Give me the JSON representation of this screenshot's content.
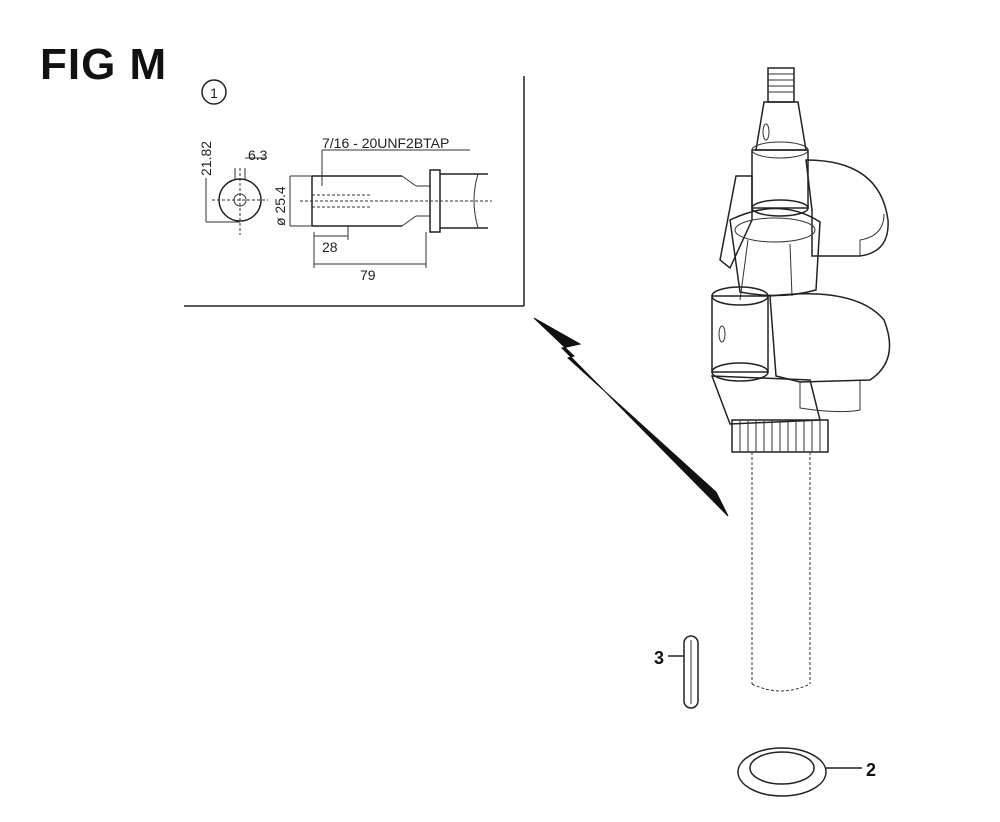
{
  "figure": {
    "title": "FIG M"
  },
  "detail": {
    "callout_number": "1",
    "dim_keyway": "6.3",
    "dim_height": "21.82",
    "dim_diameter": "ø 25.4",
    "dim_tap": "7/16 - 20UNF2BTAP",
    "dim_depth_1": "28",
    "dim_depth_2": "79"
  },
  "parts": {
    "part_2_label": "2",
    "part_3_label": "3"
  }
}
